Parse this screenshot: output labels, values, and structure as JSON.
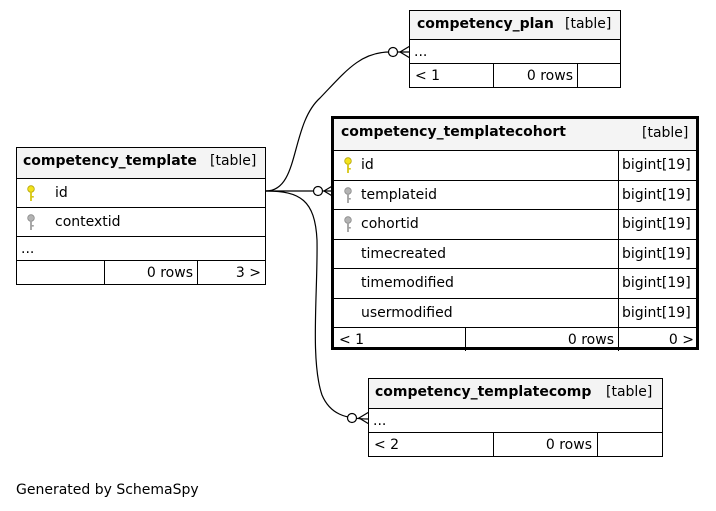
{
  "tables": {
    "competency_plan": {
      "name": "competency_plan",
      "type": "[table]",
      "rows": [
        "..."
      ],
      "footer": [
        "< 1",
        "0 rows",
        ""
      ]
    },
    "competency_template": {
      "name": "competency_template",
      "type": "[table]",
      "columns": [
        {
          "name": "id",
          "key": "primary"
        },
        {
          "name": "contextid",
          "key": "foreign"
        }
      ],
      "rows": [
        "..."
      ],
      "footer": [
        "",
        "0 rows",
        "3 >"
      ]
    },
    "competency_templatecohort": {
      "name": "competency_templatecohort",
      "type": "[table]",
      "columns": [
        {
          "name": "id",
          "type": "bigint[19]",
          "key": "primary"
        },
        {
          "name": "templateid",
          "type": "bigint[19]",
          "key": "foreign"
        },
        {
          "name": "cohortid",
          "type": "bigint[19]",
          "key": "foreign"
        },
        {
          "name": "timecreated",
          "type": "bigint[19]",
          "key": ""
        },
        {
          "name": "timemodified",
          "type": "bigint[19]",
          "key": ""
        },
        {
          "name": "usermodified",
          "type": "bigint[19]",
          "key": ""
        }
      ],
      "footer": [
        "< 1",
        "0 rows",
        "0 >"
      ]
    },
    "competency_templatecomp": {
      "name": "competency_templatecomp",
      "type": "[table]",
      "rows": [
        "..."
      ],
      "footer": [
        "< 2",
        "0 rows",
        ""
      ]
    }
  },
  "colors": {
    "primary_key": "#f2e21c",
    "foreign_key": "#b3b3b3",
    "header_bg": "#f4f4f4"
  },
  "generated_by": "Generated by SchemaSpy"
}
